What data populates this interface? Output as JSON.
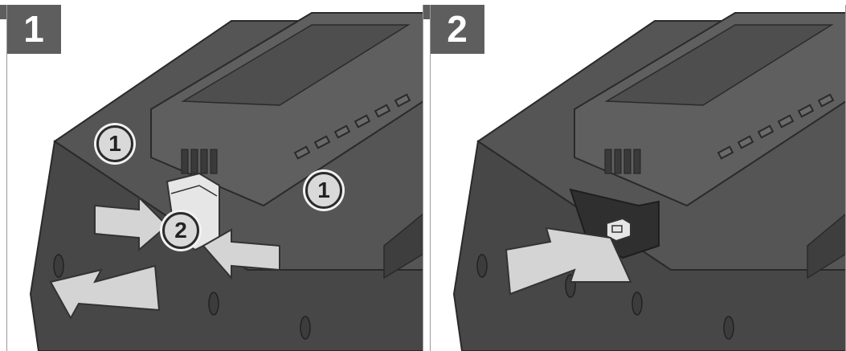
{
  "steps": [
    {
      "number": "1",
      "callouts": [
        "1",
        "1",
        "2"
      ]
    },
    {
      "number": "2"
    }
  ],
  "colors": {
    "header": "#5e5e5e",
    "device_body": "#4a4a4a",
    "device_top": "#565656",
    "arrow_fill": "#d4d4d4",
    "part_fill": "#e6e6e6"
  },
  "icons": [
    "press-arrow-left-icon",
    "press-arrow-right-icon",
    "pull-out-arrow-icon",
    "insert-arrow-icon"
  ]
}
